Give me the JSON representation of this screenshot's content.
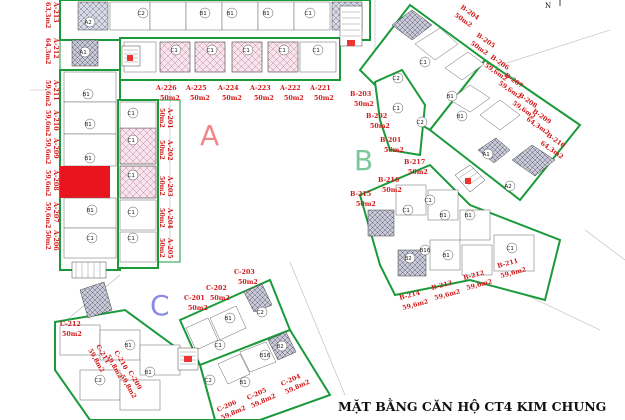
{
  "title": "MẶT BẰNG CĂN HỘ CT4 KIM CHUNG",
  "compass": "N",
  "blocks": {
    "a": "A",
    "b": "B",
    "c": "C"
  },
  "units": {
    "a211": "A-211",
    "a211_area": "59,6m2",
    "a210": "A-210",
    "a210_area": "59,6m2",
    "a209": "A-209",
    "a209_area": "59,6m2",
    "a208": "A-208",
    "a208_area": "59,6m2",
    "a207": "A-207",
    "a207_area": "59,6m2",
    "a206": "A-206",
    "a206_area": "50m2",
    "a212": "A-212",
    "a212_area": "64,3m2",
    "a213": "A-213",
    "a213_area": "63,3m2",
    "a226": "A-226",
    "a225": "A-225",
    "a224": "A-224",
    "a223": "A-223",
    "a222": "A-222",
    "a221": "A-221",
    "row50": "50m2",
    "a201": "A-201",
    "a202": "A-202",
    "a203": "A-203",
    "a204": "A-204",
    "a205": "A-205",
    "b203": "B-203",
    "b202": "B-202",
    "b201": "B-201",
    "b204": "B-204",
    "b205": "B-205",
    "b206": "B-206",
    "b207": "B-207",
    "b208": "B-208",
    "b209": "B-209",
    "b210": "B-210",
    "b215": "B-215",
    "b216": "B-216",
    "b217": "B-217",
    "b214": "B-214",
    "b213": "B-213",
    "b212": "B-212",
    "b211": "B-211",
    "area_596": "59,6m2",
    "area_643": "64,3m2",
    "area_50": "50m2",
    "c201": "C-201",
    "c202": "C-202",
    "c203": "C-203",
    "c212": "C-212",
    "c211": "C-211",
    "c210": "C-210",
    "c209": "C-209",
    "c206": "C-206",
    "c205": "C-205",
    "c204": "C-204",
    "area_598": "59,8m2"
  },
  "rooms": {
    "b1": "B1",
    "c1": "C1",
    "c2": "C2",
    "a1": "A1",
    "a2": "A2",
    "b2": "B2",
    "b16": "B16"
  },
  "colors": {
    "wall": "#1a9a3a",
    "label": "#d21818",
    "highlight": "#e8141e"
  }
}
